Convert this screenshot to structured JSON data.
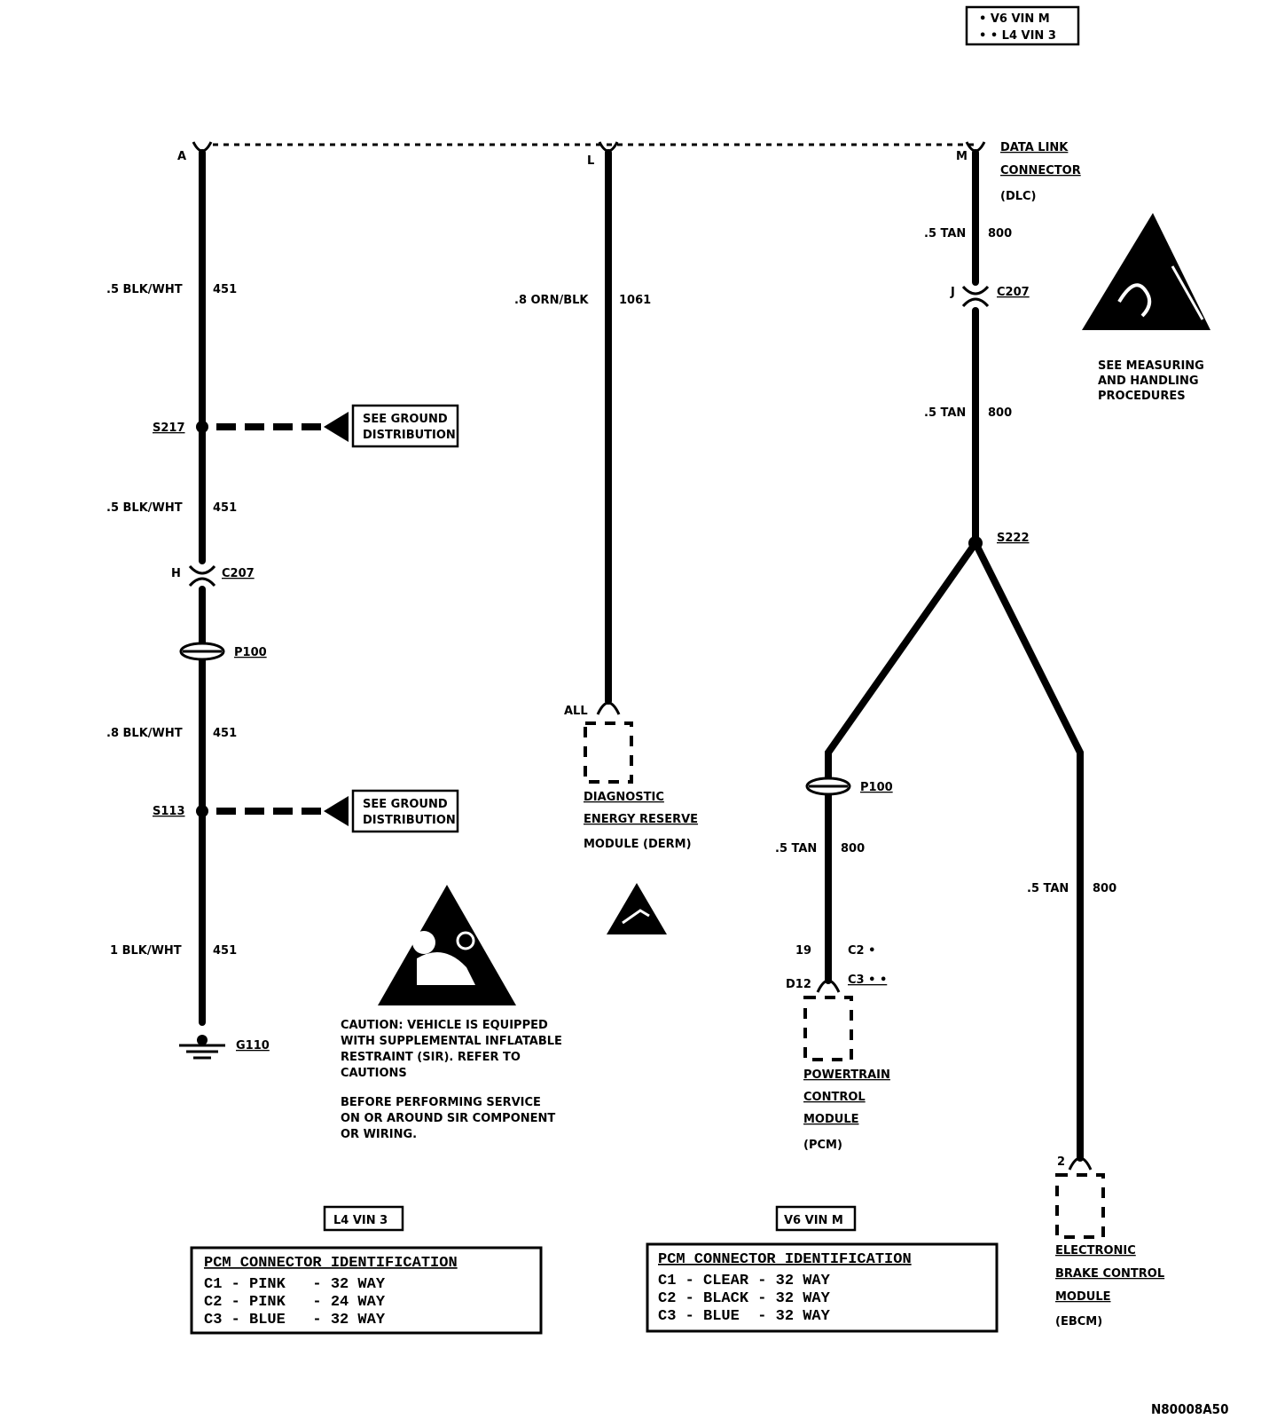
{
  "legend": {
    "line1": "• V6 VIN M",
    "line2": "• • L4 VIN 3"
  },
  "dlc": {
    "pin_a": "A",
    "pin_l": "L",
    "pin_m": "M",
    "name_line1": "DATA LINK",
    "name_line2": "CONNECTOR",
    "name_line3": "(DLC)"
  },
  "left_branch": {
    "wire1_gauge": ".5 BLK/WHT",
    "wire1_circuit": "451",
    "splice1": "S217",
    "ground_ref1_line1": "SEE GROUND",
    "ground_ref1_line2": "DISTRIBUTION",
    "wire2_gauge": ".5 BLK/WHT",
    "wire2_circuit": "451",
    "conn_pin": "H",
    "conn_name": "C207",
    "passthru": "P100",
    "wire3_gauge": ".8 BLK/WHT",
    "wire3_circuit": "451",
    "splice2": "S113",
    "ground_ref2_line1": "SEE GROUND",
    "ground_ref2_line2": "DISTRIBUTION",
    "wire4_gauge": "1 BLK/WHT",
    "wire4_circuit": "451",
    "ground": "G110"
  },
  "middle_branch": {
    "wire_gauge": ".8 ORN/BLK",
    "wire_circuit": "1061",
    "pin": "ALL",
    "module_line1": "DIAGNOSTIC",
    "module_line2": "ENERGY RESERVE",
    "module_line3": "MODULE (DERM)"
  },
  "right_branch": {
    "wire1_gauge": ".5 TAN",
    "wire1_circuit": "800",
    "conn_pin": "J",
    "conn_name": "C207",
    "wire2_gauge": ".5 TAN",
    "wire2_circuit": "800",
    "splice": "S222",
    "esd_line1": "SEE MEASURING",
    "esd_line2": "AND HANDLING",
    "esd_line3": "PROCEDURES",
    "pcm_passthru": "P100",
    "pcm_wire_gauge": ".5 TAN",
    "pcm_wire_circuit": "800",
    "pcm_pin1": "19",
    "pcm_conn1": "C2 •",
    "pcm_pin2": "D12",
    "pcm_conn2": "C3 • •",
    "pcm_line1": "POWERTRAIN",
    "pcm_line2": "CONTROL",
    "pcm_line3": "MODULE",
    "pcm_line4": "(PCM)",
    "ebcm_wire_gauge": ".5 TAN",
    "ebcm_wire_circuit": "800",
    "ebcm_pin": "2",
    "ebcm_line1": "ELECTRONIC",
    "ebcm_line2": "BRAKE CONTROL",
    "ebcm_line3": "MODULE",
    "ebcm_line4": "(EBCM)"
  },
  "caution": {
    "line1": "CAUTION: VEHICLE IS EQUIPPED",
    "line2": "WITH SUPPLEMENTAL INFLATABLE",
    "line3": "RESTRAINT (SIR). REFER TO",
    "line4": "CAUTIONS",
    "line5": "BEFORE PERFORMING SERVICE",
    "line6": "ON OR AROUND SIR COMPONENT",
    "line7": "OR WIRING."
  },
  "table_l4": {
    "tag": "L4 VIN 3",
    "header": "PCM CONNECTOR IDENTIFICATION",
    "rows": [
      "C1 - PINK   - 32 WAY",
      "C2 - PINK   - 24 WAY",
      "C3 - BLUE   - 32 WAY"
    ]
  },
  "table_v6": {
    "tag": "V6 VIN M",
    "header": "PCM CONNECTOR IDENTIFICATION",
    "rows": [
      "C1 - CLEAR - 32 WAY",
      "C2 - BLACK - 32 WAY",
      "C3 - BLUE  - 32 WAY"
    ]
  },
  "figure_id": "N80008A50"
}
